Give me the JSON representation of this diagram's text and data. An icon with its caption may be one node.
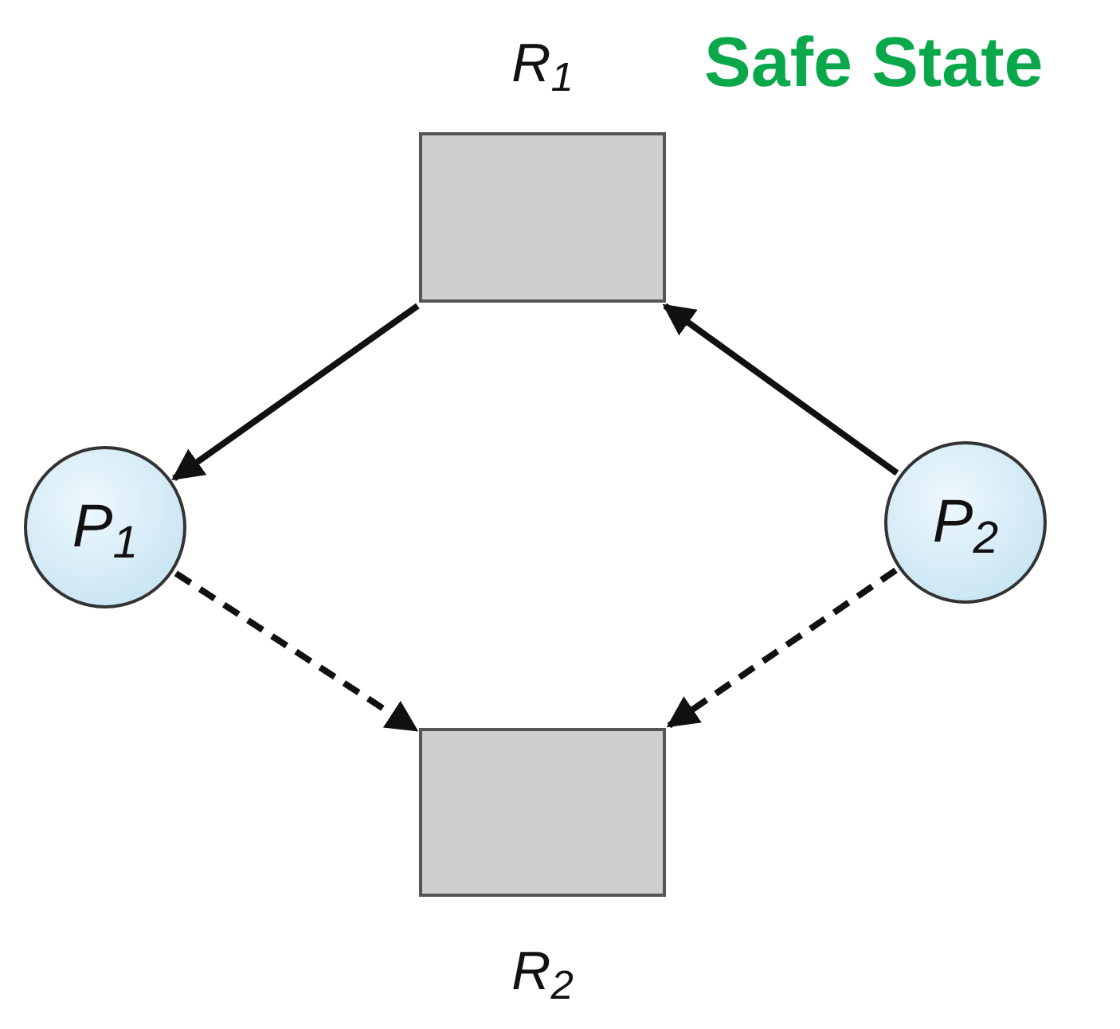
{
  "diagram": {
    "title": "Safe State",
    "nodes": [
      {
        "text": [
          "R$_{1}$"
        ]
      },
      {
        "text": [
          "P$_{1}$"
        ]
      },
      {
        "text": [
          "P$_{2}$"
        ]
      },
      {
        "text": [
          "R$_{2}$"
        ]
      }
    ],
    "edges": [
      {
        "from": 0,
        "to": 1,
        "arrow": "to"
      },
      {
        "from": 2,
        "to": 0,
        "arrow": "to"
      },
      {
        "from": 1,
        "to": 3,
        "arrow": "to",
        "style": "dashed"
      },
      {
        "from": 2,
        "to": 3,
        "arrow": "to",
        "style": "dashed"
      }
    ]
  }
}
